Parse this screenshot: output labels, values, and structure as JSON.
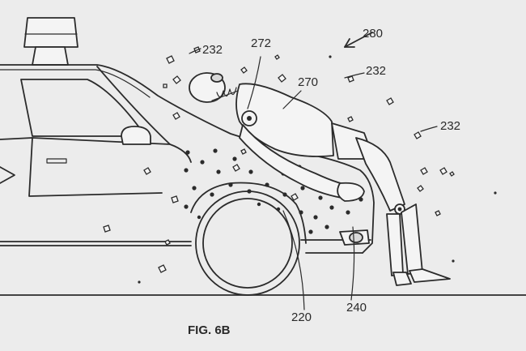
{
  "labels": {
    "assembly": "280",
    "particles_a": "232",
    "particles_b": "232",
    "particles_c": "232",
    "head": "272",
    "pedestrian": "270",
    "adhesive_layer": "220",
    "pedestrian_body": "240"
  },
  "caption": "FIG. 6B",
  "colors": {
    "background": "#ececec",
    "ink": "#2b2b2b"
  }
}
